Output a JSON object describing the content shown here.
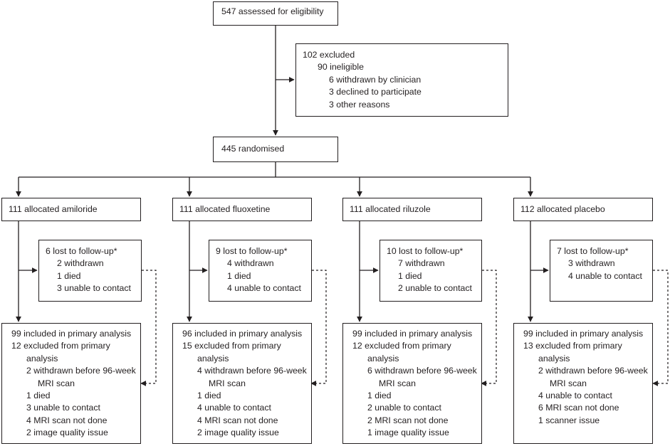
{
  "assessed": "547 assessed for eligibility",
  "excluded": [
    "102 excluded",
    "90 ineligible",
    "6 withdrawn by clinician",
    "3 declined to participate",
    "3 other reasons"
  ],
  "randomised": "445 randomised",
  "arms": [
    {
      "allocated": "111 allocated amiloride",
      "lost": [
        "6 lost to follow-up*",
        "2 withdrawn",
        "1 died",
        "3 unable to contact"
      ],
      "analysis": [
        "99 included in primary analysis",
        "12 excluded from primary",
        "analysis",
        "2 withdrawn before 96-week",
        "MRI scan",
        "1 died",
        "3 unable to contact",
        "4 MRI scan not done",
        "2 image quality issue"
      ]
    },
    {
      "allocated": "111 allocated fluoxetine",
      "lost": [
        "9 lost to follow-up*",
        "4 withdrawn",
        "1 died",
        "4 unable to contact"
      ],
      "analysis": [
        "96 included in primary analysis",
        "15 excluded from primary",
        "analysis",
        "4 withdrawn before 96-week",
        "MRI scan",
        "1 died",
        "4 unable to contact",
        "4 MRI scan not done",
        "2 image quality issue"
      ]
    },
    {
      "allocated": "111 allocated riluzole",
      "lost": [
        "10 lost to follow-up*",
        "7 withdrawn",
        "1 died",
        "2 unable to contact"
      ],
      "analysis": [
        "99 included in primary analysis",
        "12 excluded from primary",
        "analysis",
        "6 withdrawn before 96-week",
        "MRI scan",
        "1 died",
        "2 unable to contact",
        "2 MRI scan not done",
        "1 image quality issue"
      ]
    },
    {
      "allocated": "112 allocated placebo",
      "lost": [
        "7 lost to follow-up*",
        "3 withdrawn",
        "4 unable to contact"
      ],
      "analysis": [
        "99 included in primary analysis",
        "13 excluded from primary",
        "analysis",
        "2 withdrawn before 96-week",
        "MRI scan",
        "4 unable to contact",
        "6 MRI scan not done",
        "1 scanner issue"
      ]
    }
  ]
}
